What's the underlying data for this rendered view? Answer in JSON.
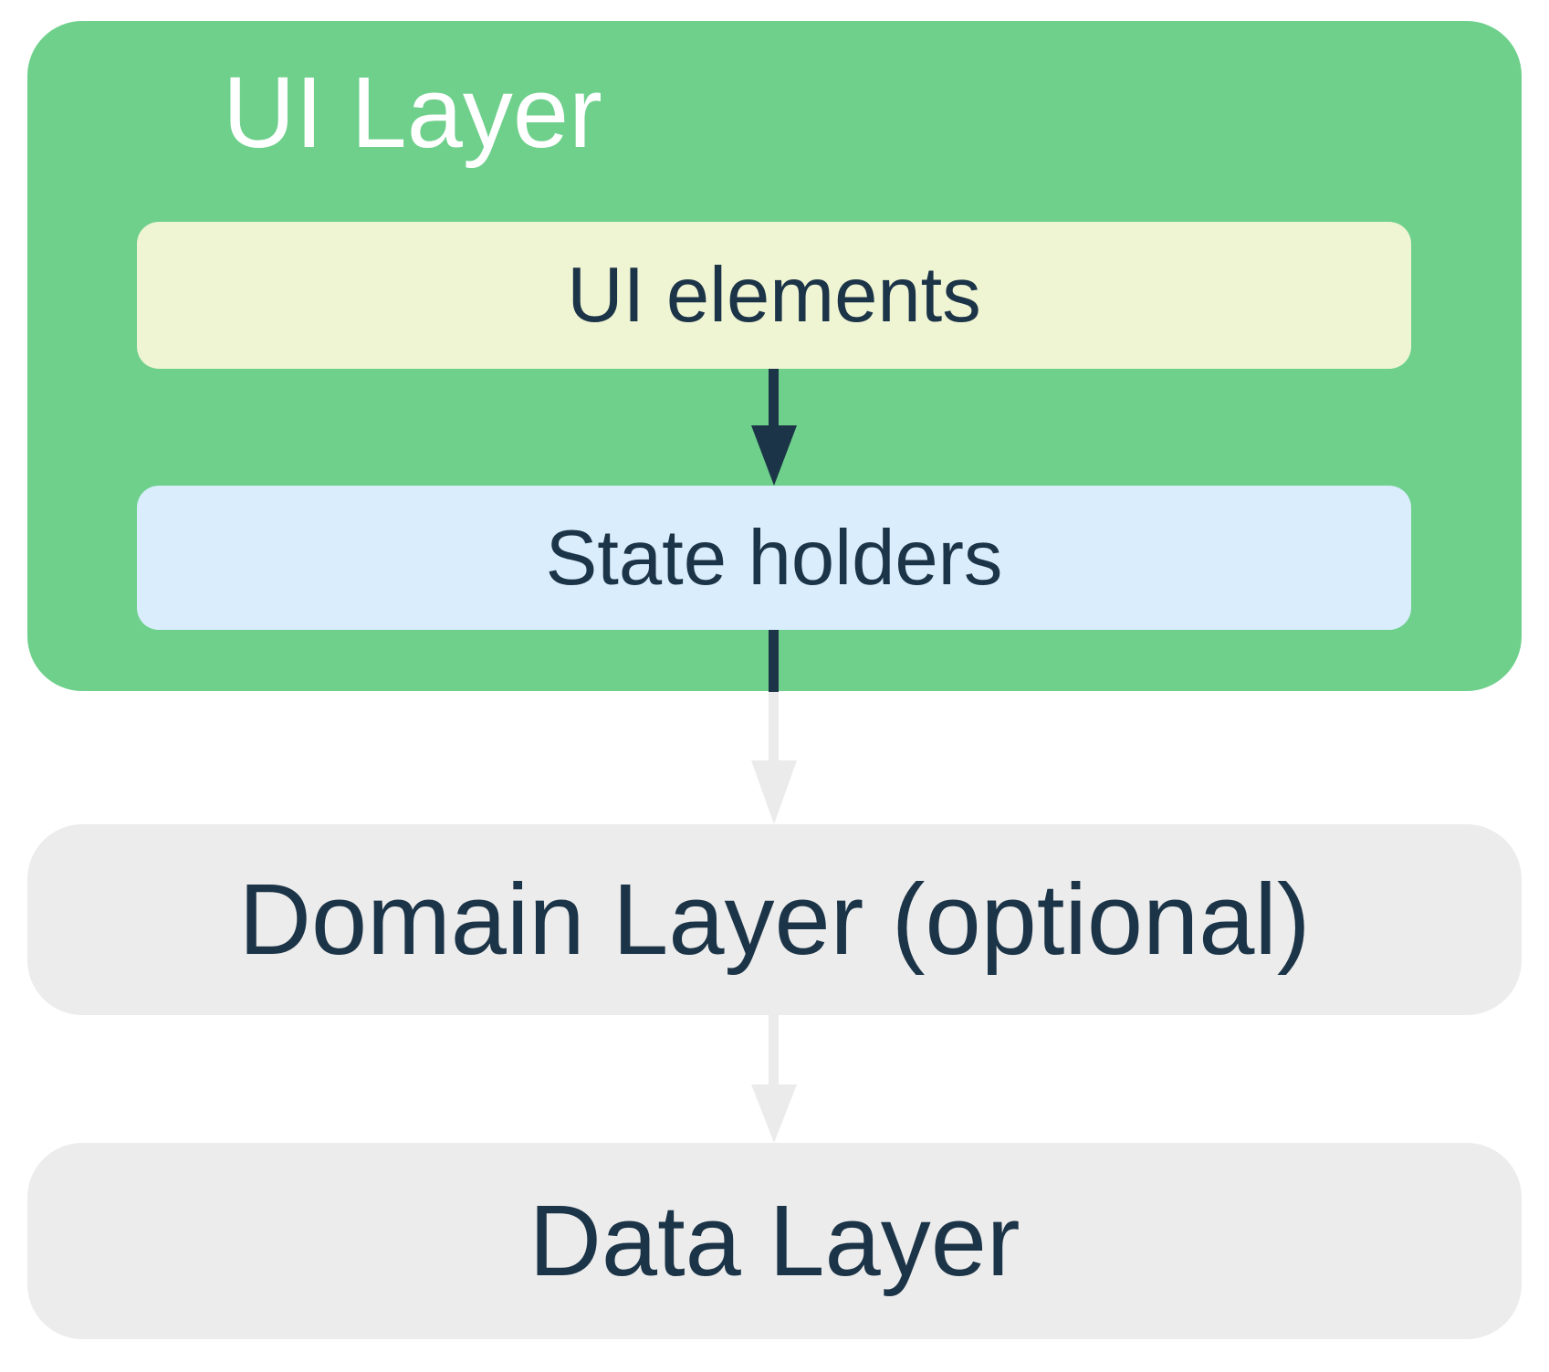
{
  "colors": {
    "green": "#6FD08C",
    "pale_yellow": "#EFF5D3",
    "light_blue": "#D9EDFC",
    "gray_box": "#ECECEC",
    "gray_arrow": "#EBEBEB",
    "navy": "#1C3447",
    "white": "#FFFFFF"
  },
  "nodes": {
    "ui_layer": {
      "label": "UI Layer"
    },
    "ui_elements": {
      "label": "UI elements"
    },
    "state_holders": {
      "label": "State holders"
    },
    "domain_layer": {
      "label": "Domain Layer (optional)"
    },
    "data_layer": {
      "label": "Data Layer"
    }
  },
  "arrows": [
    {
      "from": "ui_elements",
      "to": "state_holders",
      "style": "solid-navy"
    },
    {
      "from": "state_holders",
      "to": "domain_layer",
      "style": "navy-inside-green-then-light-gray"
    },
    {
      "from": "domain_layer",
      "to": "data_layer",
      "style": "light-gray"
    }
  ]
}
